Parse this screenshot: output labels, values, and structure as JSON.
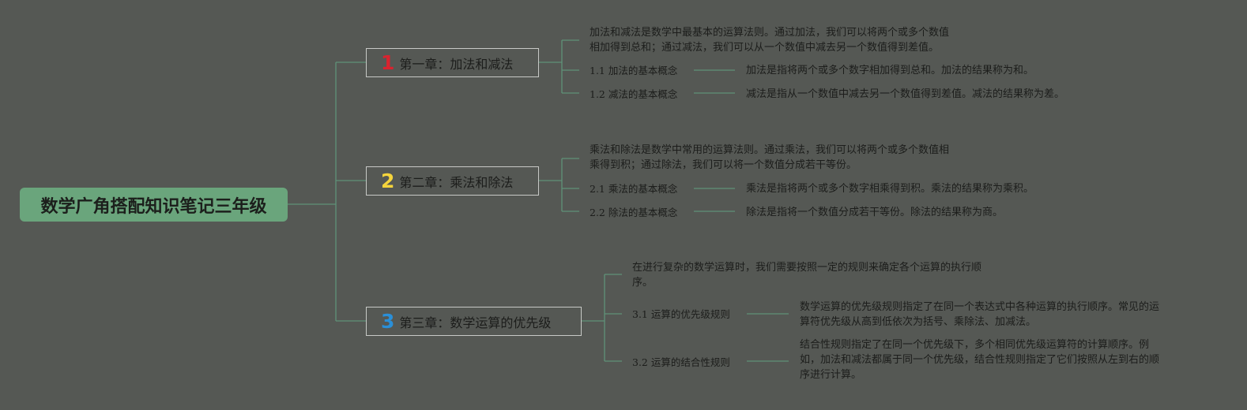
{
  "root": {
    "title": "数学广角搭配知识笔记三年级"
  },
  "colors": {
    "background": "#555854",
    "root_fill": "#6aa57c",
    "line": "#5f9278",
    "num1": "#d9232f",
    "num2": "#f5d43c",
    "num3": "#2a8fd8"
  },
  "chapters": [
    {
      "number": "1",
      "title": "第一章：加法和减法",
      "intro": [
        "加法和减法是数学中最基本的运算法则。通过加法，我们可以将两个或多个数值",
        "相加得到总和；通过减法，我们可以从一个数值中减去另一个数值得到差值。"
      ],
      "sections": [
        {
          "label": "1.1 加法的基本概念",
          "detail": [
            "加法是指将两个或多个数字相加得到总和。加法的结果称为和。"
          ]
        },
        {
          "label": "1.2 减法的基本概念",
          "detail": [
            "减法是指从一个数值中减去另一个数值得到差值。减法的结果称为差。"
          ]
        }
      ]
    },
    {
      "number": "2",
      "title": "第二章：乘法和除法",
      "intro": [
        "乘法和除法是数学中常用的运算法则。通过乘法，我们可以将两个或多个数值相",
        "乘得到积；通过除法，我们可以将一个数值分成若干等份。"
      ],
      "sections": [
        {
          "label": "2.1 乘法的基本概念",
          "detail": [
            "乘法是指将两个或多个数字相乘得到积。乘法的结果称为乘积。"
          ]
        },
        {
          "label": "2.2 除法的基本概念",
          "detail": [
            "除法是指将一个数值分成若干等份。除法的结果称为商。"
          ]
        }
      ]
    },
    {
      "number": "3",
      "title": "第三章：数学运算的优先级",
      "intro": [
        "在进行复杂的数学运算时，我们需要按照一定的规则来确定各个运算的执行顺",
        "序。"
      ],
      "sections": [
        {
          "label": "3.1 运算的优先级规则",
          "detail": [
            "数学运算的优先级规则指定了在同一个表达式中各种运算的执行顺序。常见的运",
            "算符优先级从高到低依次为括号、乘除法、加减法。"
          ]
        },
        {
          "label": "3.2 运算的结合性规则",
          "detail": [
            "结合性规则指定了在同一个优先级下，多个相同优先级运算符的计算顺序。例",
            "如，加法和减法都属于同一个优先级，结合性规则指定了它们按照从左到右的顺",
            "序进行计算。"
          ]
        }
      ]
    }
  ]
}
